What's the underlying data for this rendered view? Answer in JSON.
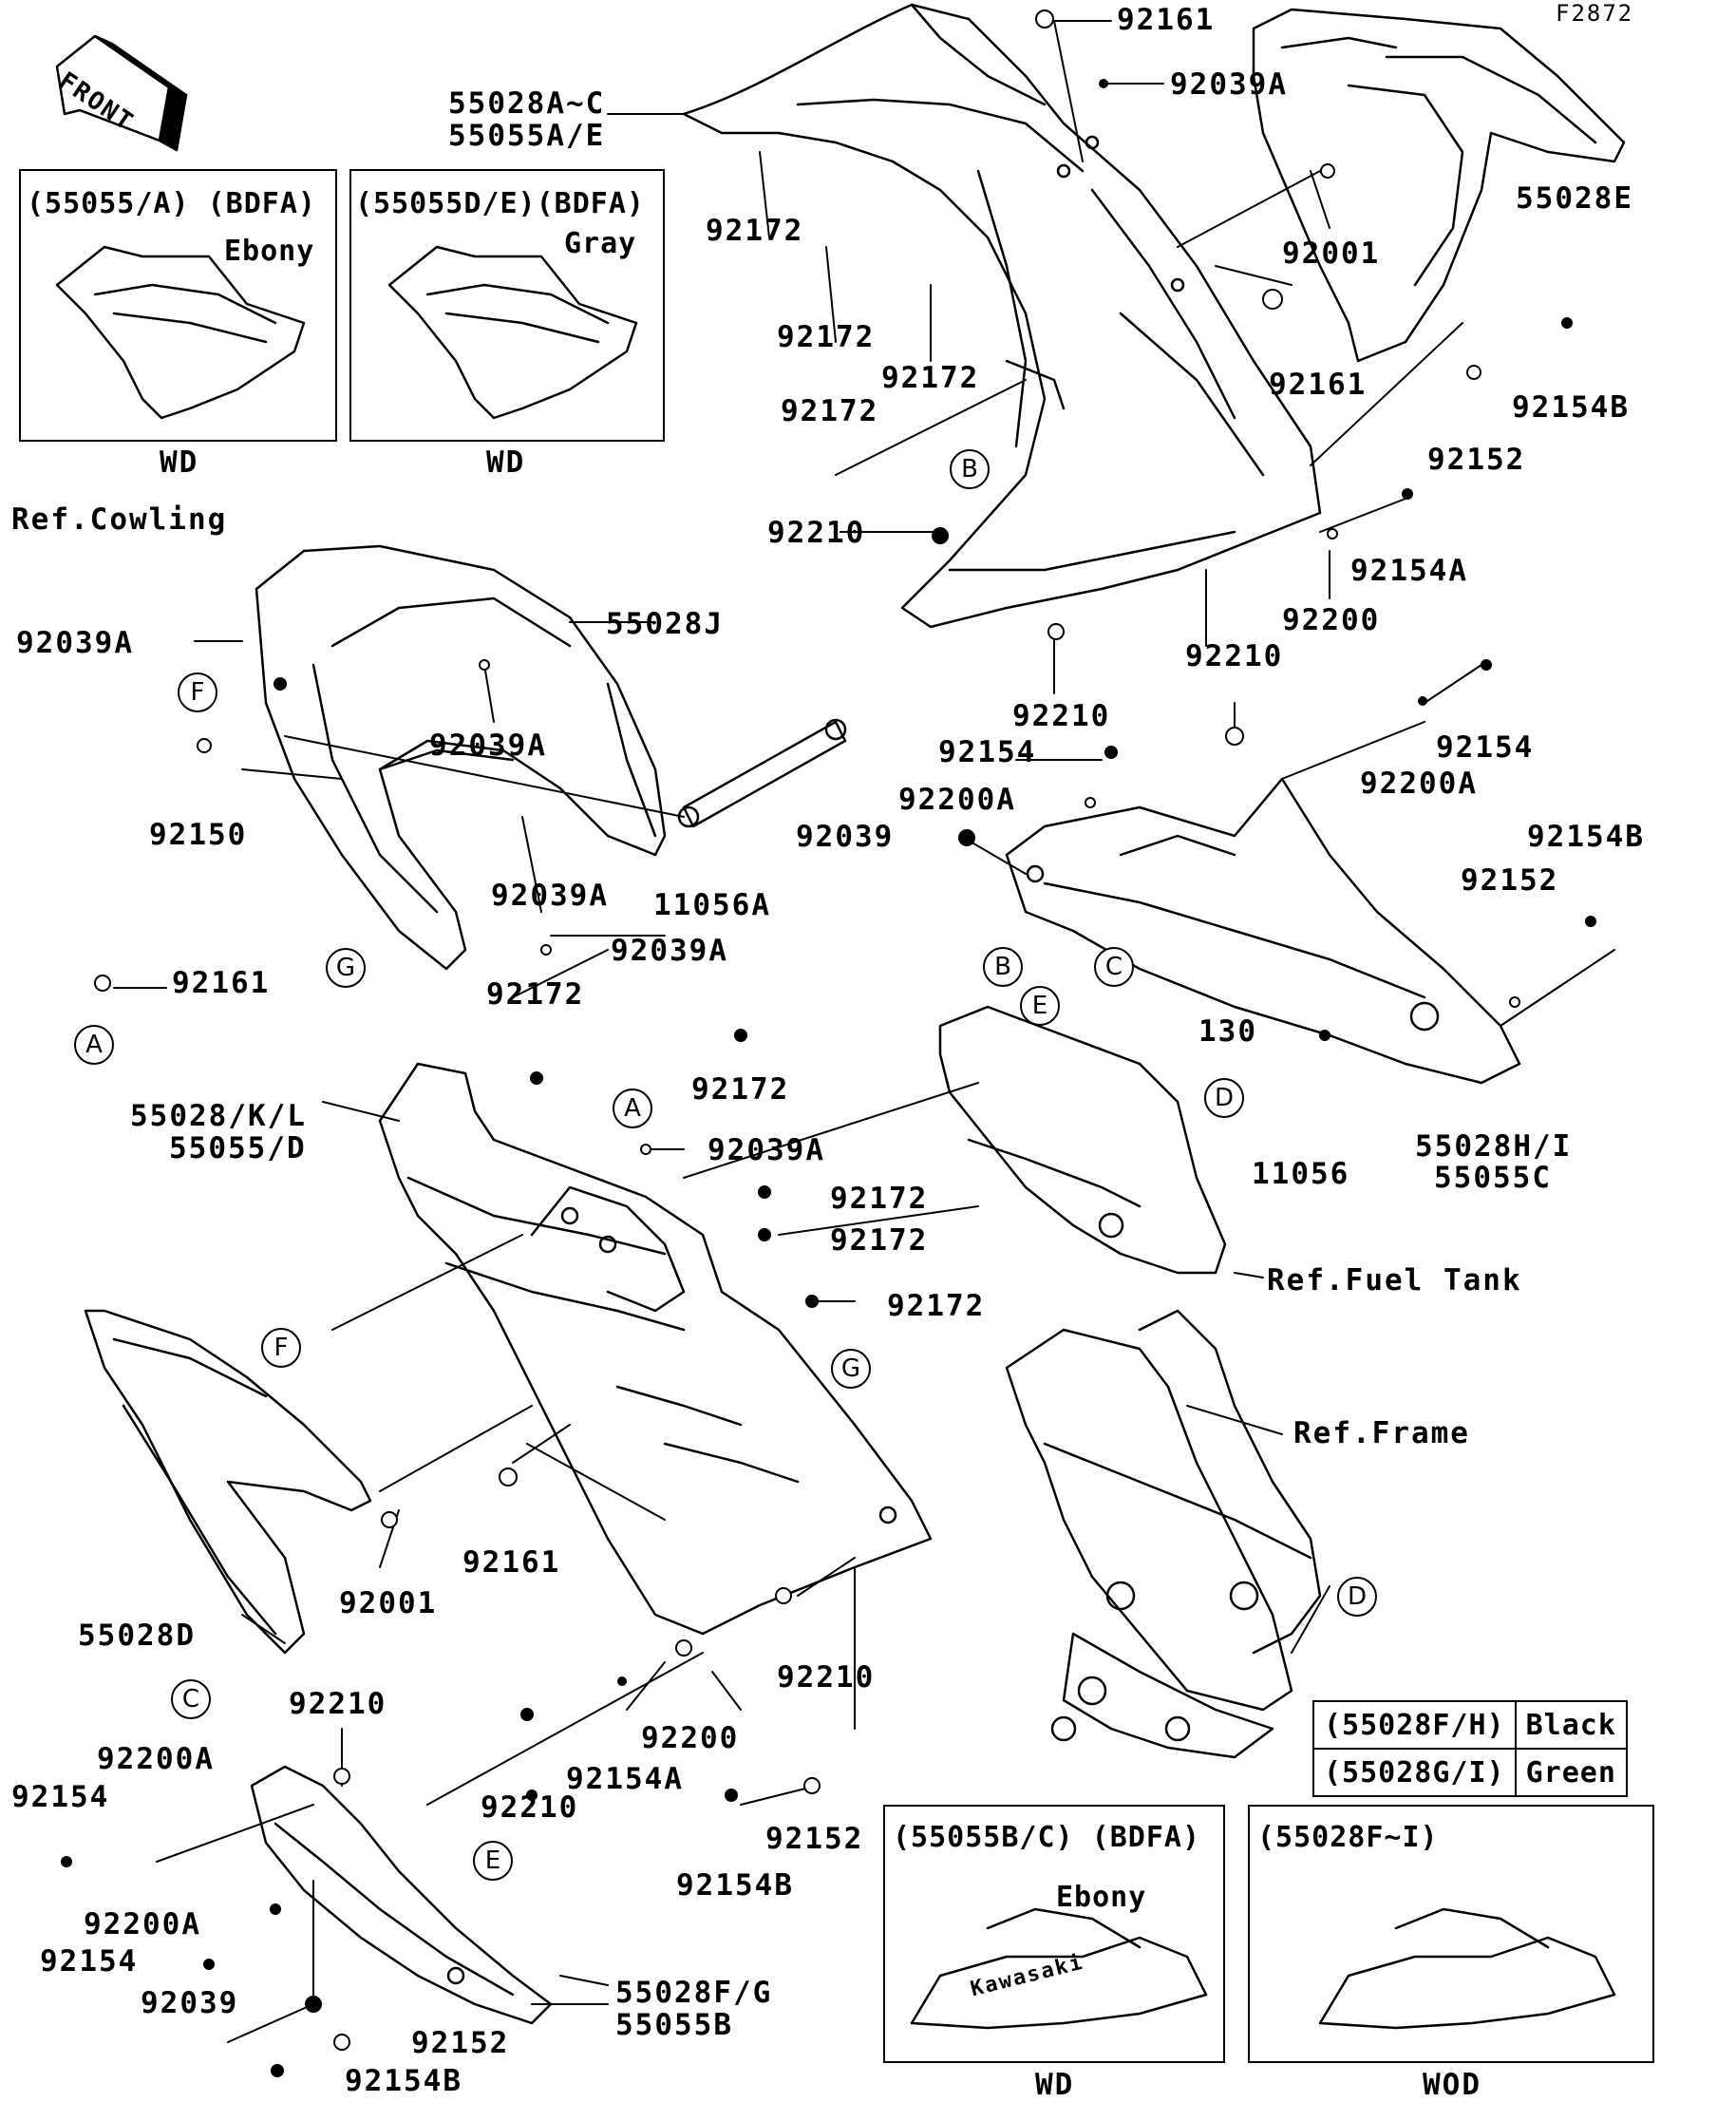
{
  "figure_code": "F2872",
  "front_arrow_label": "FRONT",
  "insets": [
    {
      "title": "(55055/A) (BDFA)",
      "color": "Ebony",
      "caption": "WD"
    },
    {
      "title": "(55055D/E)(BDFA)",
      "color": "Gray",
      "caption": "WD"
    },
    {
      "title": "(55055B/C) (BDFA)",
      "color": "Ebony",
      "caption": "WD",
      "decal": "Kawasaki"
    },
    {
      "title": "(55028F~I)",
      "caption": "WOD"
    }
  ],
  "color_table": [
    {
      "code": "(55028F/H)",
      "color": "Black"
    },
    {
      "code": "(55028G/I)",
      "color": "Green"
    }
  ],
  "callouts": [
    "A",
    "B",
    "C",
    "D",
    "E",
    "F",
    "G"
  ],
  "parts": {
    "p92161_top": "92161",
    "p55028ac": "55028A~C",
    "p55055ae": "55055A/E",
    "p92039a_top": "92039A",
    "p55028e": "55028E",
    "p92001_top": "92001",
    "p92172_a": "92172",
    "p92172_b": "92172",
    "p92172_c": "92172",
    "p92172_d": "92172",
    "p92161_mid": "92161",
    "p92154b_top": "92154B",
    "p92152_top": "92152",
    "ref_cowling": "Ref.Cowling",
    "p92210_top": "92210",
    "p92154a_top": "92154A",
    "p92200_top": "92200",
    "p92039a_l1": "92039A",
    "p55028j": "55028J",
    "p92210_mid1": "92210",
    "p92210_mid2": "92210",
    "p92039a_l2": "92039A",
    "p92154_r1": "92154",
    "p92154_r2": "92154",
    "p92200a_r1": "92200A",
    "p92200a_r2": "92200A",
    "p92150": "92150",
    "p92039_r": "92039",
    "p92154b_r": "92154B",
    "p92152_r": "92152",
    "p92039a_l3": "92039A",
    "p11056a": "11056A",
    "p92039a_l4": "92039A",
    "p92161_l": "92161",
    "p130": "130",
    "p11056": "11056",
    "p55028hi": "55028H/I",
    "p55055c": "55055C",
    "p92172_m1": "92172",
    "p92172_m2": "92172",
    "p55028kl": "55028/K/L",
    "p55055d": "55055/D",
    "p92039a_m": "92039A",
    "p92172_m3": "92172",
    "p92172_m4": "92172",
    "p92172_m5": "92172",
    "ref_fuel_tank": "Ref.Fuel Tank",
    "ref_frame": "Ref.Frame",
    "p92161_b": "92161",
    "p92001_b": "92001",
    "p55028d": "55028D",
    "p92210_b1": "92210",
    "p92210_b2": "92210",
    "p92200_b": "92200",
    "p92154a_b": "92154A",
    "p92210_b3": "92210",
    "p92200a_b1": "92200A",
    "p92154_b1": "92154",
    "p92152_b1": "92152",
    "p92154b_b1": "92154B",
    "p92200a_b2": "92200A",
    "p92154_b2": "92154",
    "p92039_b": "92039",
    "p55028fg": "55028F/G",
    "p55055b": "55055B",
    "p92152_b2": "92152",
    "p92154b_b2": "92154B"
  }
}
